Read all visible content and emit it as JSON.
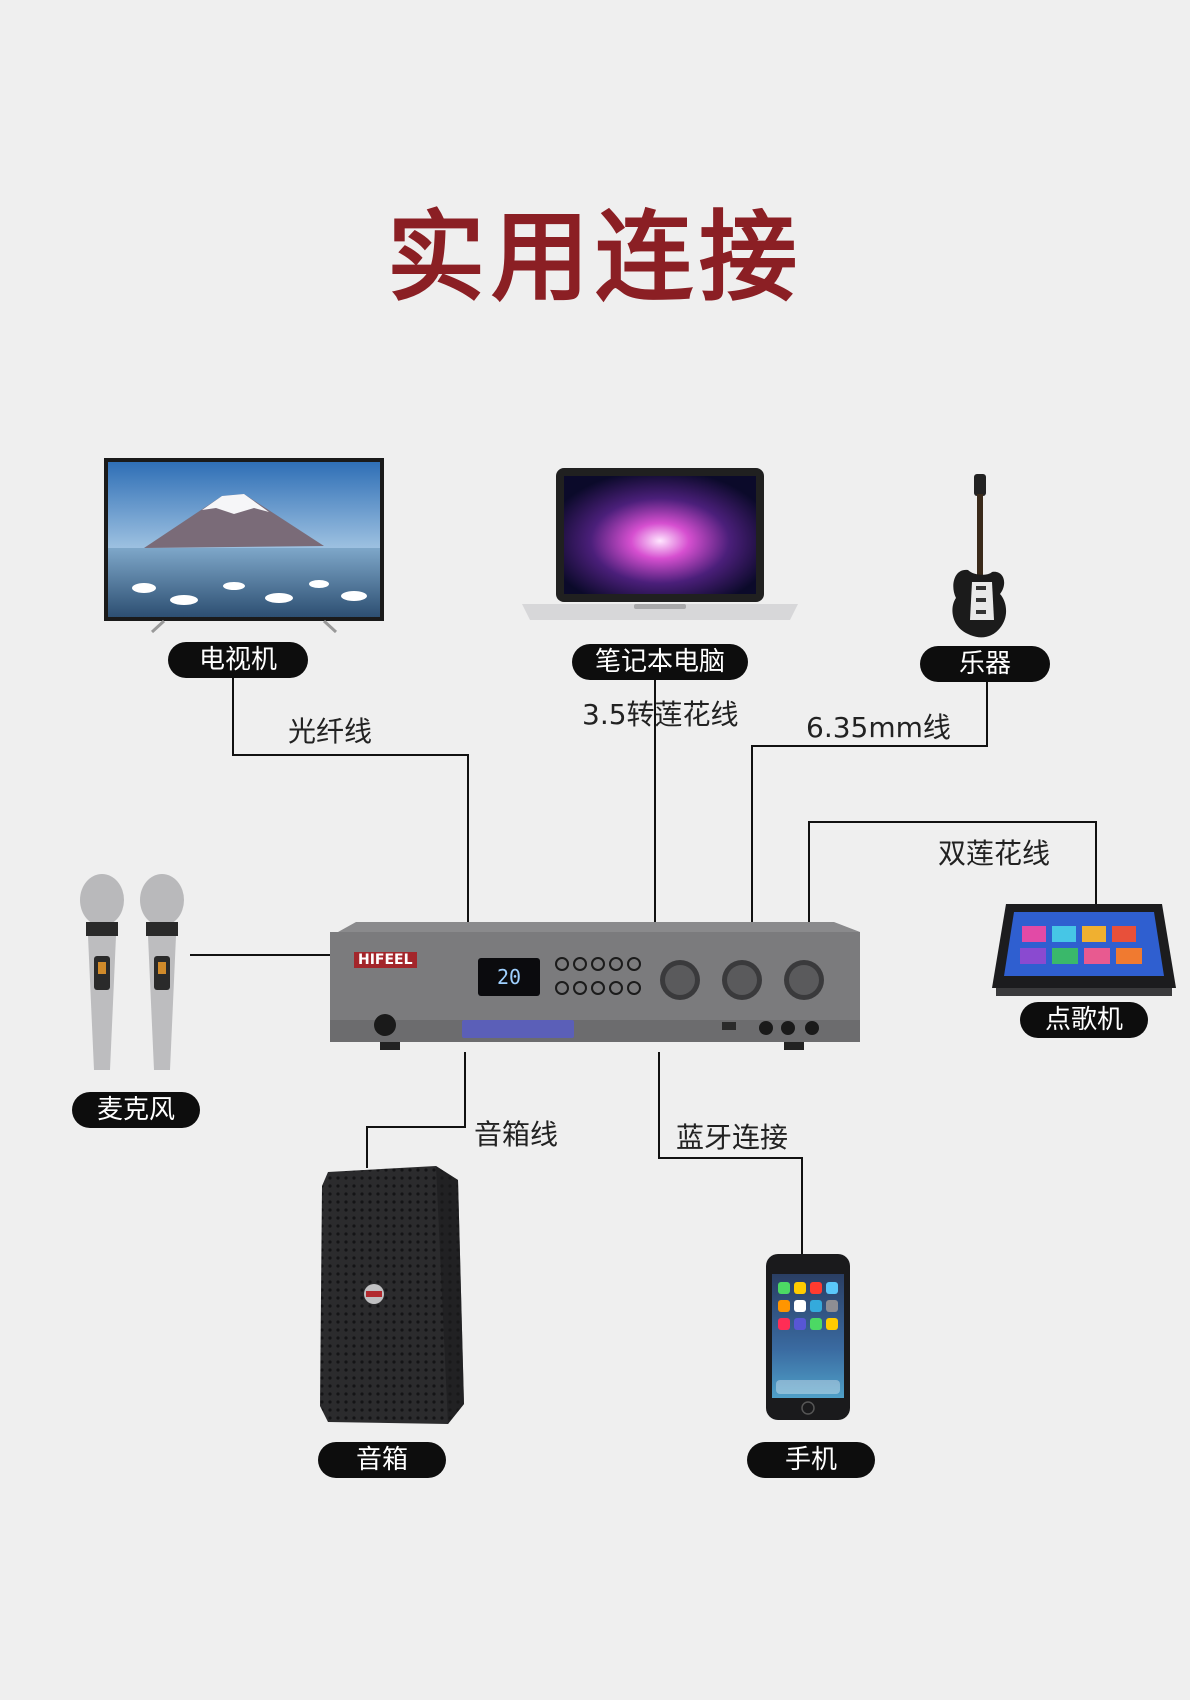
{
  "title": "实用连接",
  "devices": {
    "tv": "电视机",
    "laptop": "笔记本电脑",
    "instrument": "乐器",
    "karaoke": "点歌机",
    "mic": "麦克风",
    "speaker": "音箱",
    "phone": "手机"
  },
  "cables": {
    "optical": "光纤线",
    "laptop_cable": "3.5转莲花线",
    "instrument_cable": "6.35mm线",
    "rca": "双莲花线",
    "speaker_cable": "音箱线",
    "bluetooth": "蓝牙连接"
  },
  "amplifier": {
    "brand": "HIFEEL",
    "display": "20"
  },
  "colors": {
    "title": "#8b1f24",
    "pill": "#0d0d0d",
    "line": "#111111",
    "background": "#efefef"
  }
}
